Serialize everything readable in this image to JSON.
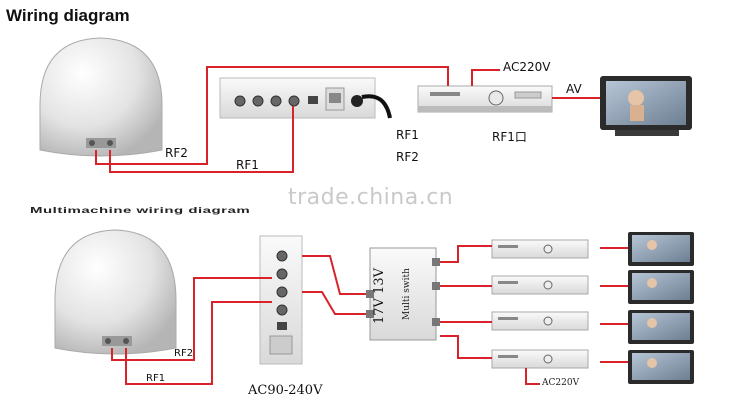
{
  "diagram1": {
    "title": "Wiring diagram",
    "labels": {
      "rf2_cable": "RF2",
      "rf1_cable": "RF1",
      "ac_power": "AC220V",
      "av_output": "AV",
      "receiver_rf1": "RF1",
      "receiver_rf2": "RF2",
      "receiver_rf1_port": "RF1口"
    }
  },
  "diagram2": {
    "title": "Multimachine wiring diagram",
    "labels": {
      "rf2_cable": "RF2",
      "rf1_cable": "RF1",
      "control_power": "AC90-240V",
      "multiswitch_voltage": "17V 13V",
      "multiswitch_name": "Multi swith",
      "receivers_power": "AC220V"
    }
  },
  "watermark": "trade.china.cn",
  "colors": {
    "cable": "#d8232a",
    "antenna_dome": "#e6e6e6",
    "device_body": "#f2f2f2"
  }
}
